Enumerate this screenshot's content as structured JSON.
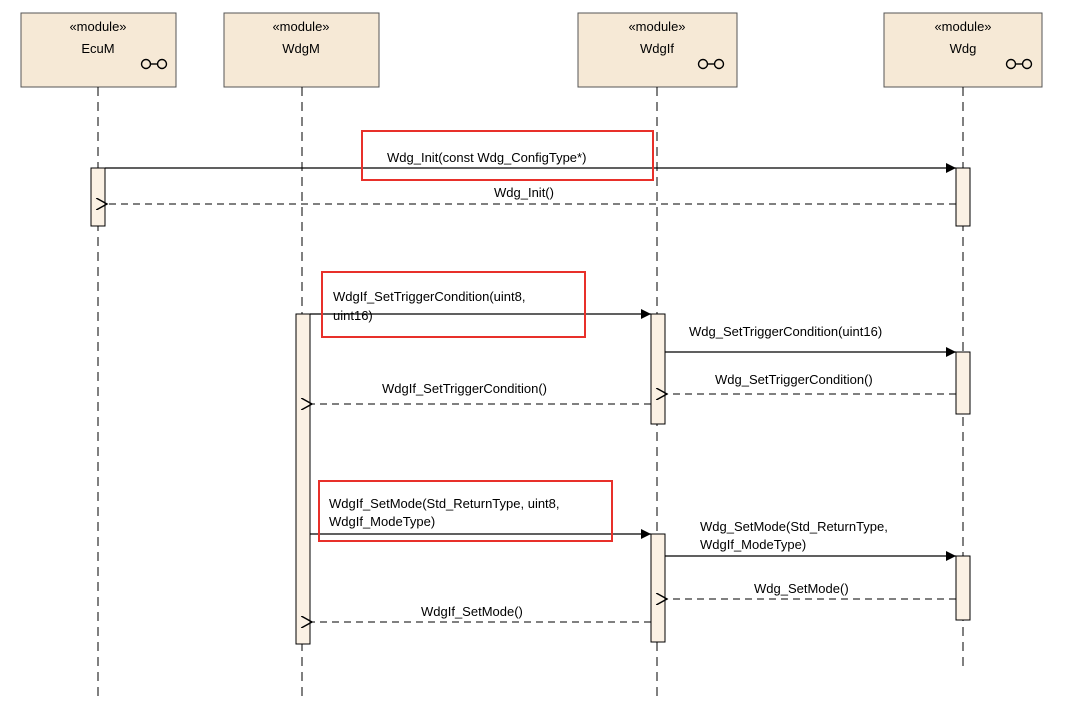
{
  "colors": {
    "module_fill": "#f6e9d6",
    "activation_fill": "#fbf1e4",
    "highlight": "#e8302a",
    "line": "#000000"
  },
  "lifelines": [
    {
      "stereotype": "«module»",
      "name": "EcuM",
      "icon": "component-icon"
    },
    {
      "stereotype": "«module»",
      "name": "WdgM",
      "icon": ""
    },
    {
      "stereotype": "«module»",
      "name": "WdgIf",
      "icon": "component-icon"
    },
    {
      "stereotype": "«module»",
      "name": "Wdg",
      "icon": "component-icon"
    }
  ],
  "messages": [
    {
      "from": "EcuM",
      "to": "Wdg",
      "kind": "call",
      "lines": [
        "Wdg_Init(const Wdg_ConfigType*)"
      ],
      "highlighted": true
    },
    {
      "from": "Wdg",
      "to": "EcuM",
      "kind": "return",
      "lines": [
        "Wdg_Init()"
      ],
      "highlighted": false
    },
    {
      "from": "WdgM",
      "to": "WdgIf",
      "kind": "call",
      "lines": [
        "WdgIf_SetTriggerCondition(uint8,",
        "uint16)"
      ],
      "highlighted": true
    },
    {
      "from": "WdgIf",
      "to": "Wdg",
      "kind": "call",
      "lines": [
        "Wdg_SetTriggerCondition(uint16)"
      ],
      "highlighted": false
    },
    {
      "from": "Wdg",
      "to": "WdgIf",
      "kind": "return",
      "lines": [
        "Wdg_SetTriggerCondition()"
      ],
      "highlighted": false
    },
    {
      "from": "WdgIf",
      "to": "WdgM",
      "kind": "return",
      "lines": [
        "WdgIf_SetTriggerCondition()"
      ],
      "highlighted": false
    },
    {
      "from": "WdgM",
      "to": "WdgIf",
      "kind": "call",
      "lines": [
        "WdgIf_SetMode(Std_ReturnType, uint8,",
        "WdgIf_ModeType)"
      ],
      "highlighted": true
    },
    {
      "from": "WdgIf",
      "to": "Wdg",
      "kind": "call",
      "lines": [
        "Wdg_SetMode(Std_ReturnType,",
        "WdgIf_ModeType)"
      ],
      "highlighted": false
    },
    {
      "from": "Wdg",
      "to": "WdgIf",
      "kind": "return",
      "lines": [
        "Wdg_SetMode()"
      ],
      "highlighted": false
    },
    {
      "from": "WdgIf",
      "to": "WdgM",
      "kind": "return",
      "lines": [
        "WdgIf_SetMode()"
      ],
      "highlighted": false
    }
  ]
}
